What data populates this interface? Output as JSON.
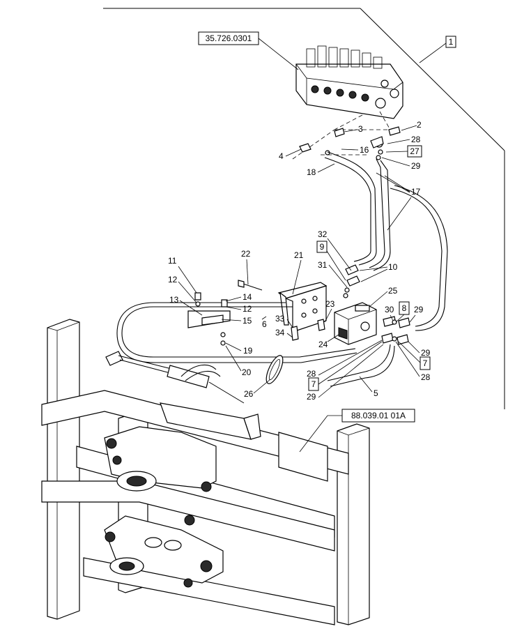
{
  "references": {
    "valve_ref": "35.726.0301",
    "frame_ref": "88.039.01 01A"
  },
  "boxed_numbers": {
    "b1": "1",
    "b27": "27",
    "b9": "9",
    "b8": "8",
    "b7a": "7",
    "b7b": "7"
  },
  "callouts": {
    "c2": "2",
    "c3": "3",
    "c4": "4",
    "c16": "16",
    "c18": "18",
    "c28a": "28",
    "c29a": "29",
    "c17": "17",
    "c32": "32",
    "c31": "31",
    "c10": "10",
    "c25": "25",
    "c22": "22",
    "c21": "21",
    "c11": "11",
    "c12a": "12",
    "c14": "14",
    "c13": "13",
    "c12b": "12",
    "c15": "15",
    "c6": "6",
    "c23": "23",
    "c33": "33",
    "c34": "34",
    "c24": "24",
    "c30": "30",
    "c29b": "29",
    "c29c": "29",
    "c28b": "28",
    "c19": "19",
    "c20": "20",
    "c26": "26",
    "c28c": "28",
    "c29d": "29",
    "c5": "5"
  }
}
